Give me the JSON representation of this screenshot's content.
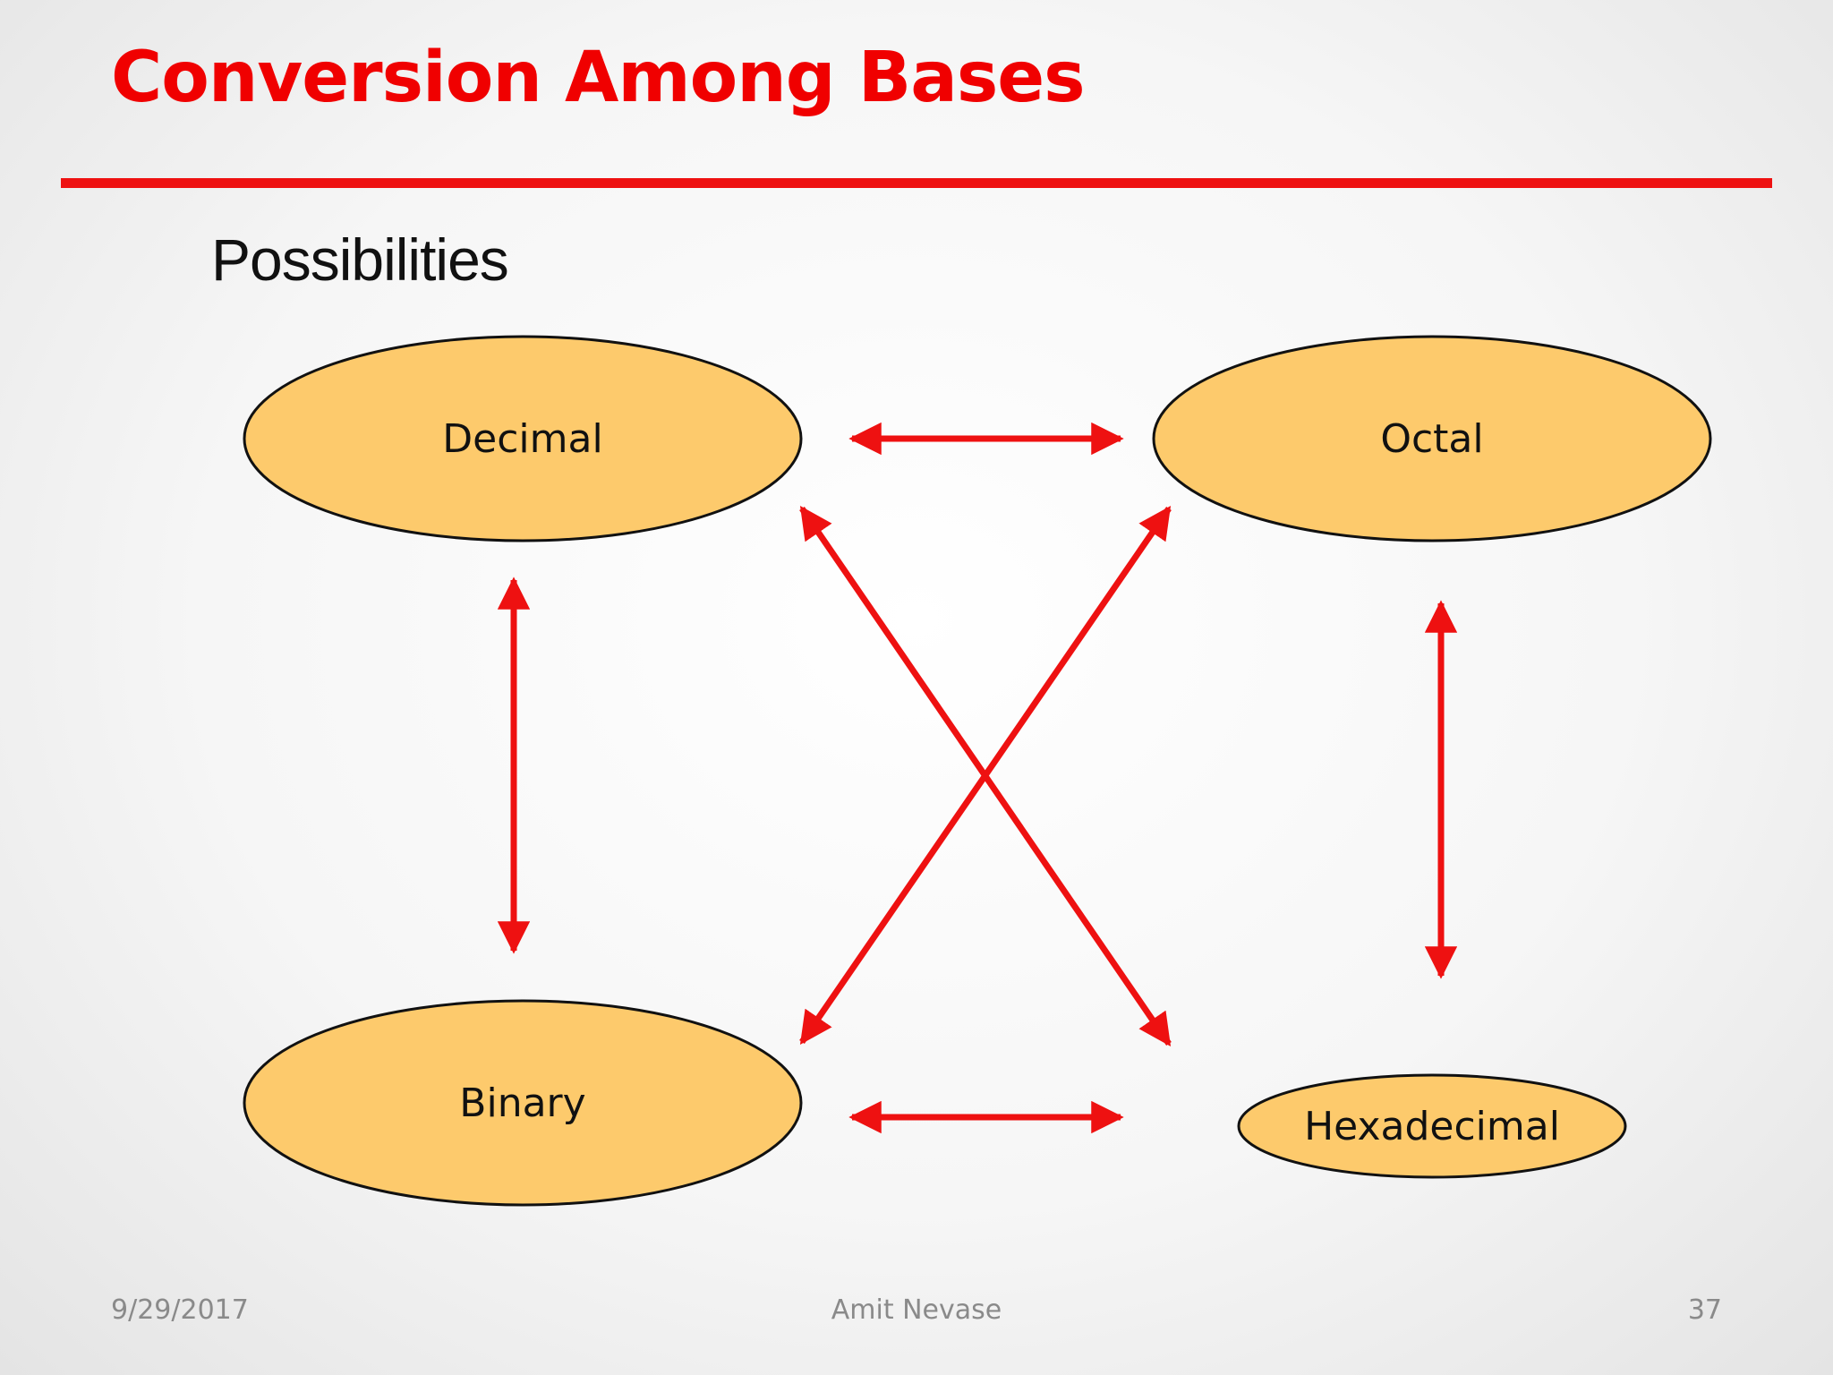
{
  "slide": {
    "title": "Conversion Among Bases",
    "subtitle": "Possibilities"
  },
  "nodes": {
    "decimal": "Decimal",
    "octal": "Octal",
    "binary": "Binary",
    "hexadecimal": "Hexadecimal"
  },
  "footer": {
    "date": "9/29/2017",
    "author": "Amit Nevase",
    "page": "37"
  },
  "colors": {
    "title": "#f00000",
    "arrow": "#ee1111",
    "node_fill": "#fdca6c",
    "node_stroke": "#111111"
  }
}
